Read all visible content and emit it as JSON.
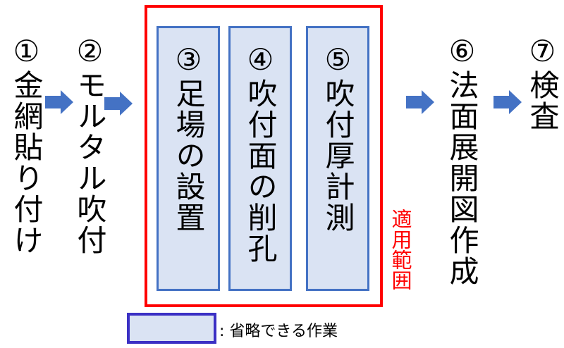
{
  "steps": [
    {
      "label": "①金網貼り付け"
    },
    {
      "label": "②モルタル吹付"
    },
    {
      "label": "③足場の設置"
    },
    {
      "label": "④吹付面の削孔"
    },
    {
      "label": "⑤吹付厚計測"
    },
    {
      "label": "⑥法面展開図作成"
    },
    {
      "label": "⑦検査"
    }
  ],
  "scope_label": "適用範囲",
  "legend": {
    "label": ": 省略できる作業"
  },
  "colors": {
    "arrow": "#4472c4",
    "box_fill": "#dae3f3",
    "box_border": "#4472c4",
    "scope": "#ff0000",
    "legend_border": "#3b30c4"
  }
}
